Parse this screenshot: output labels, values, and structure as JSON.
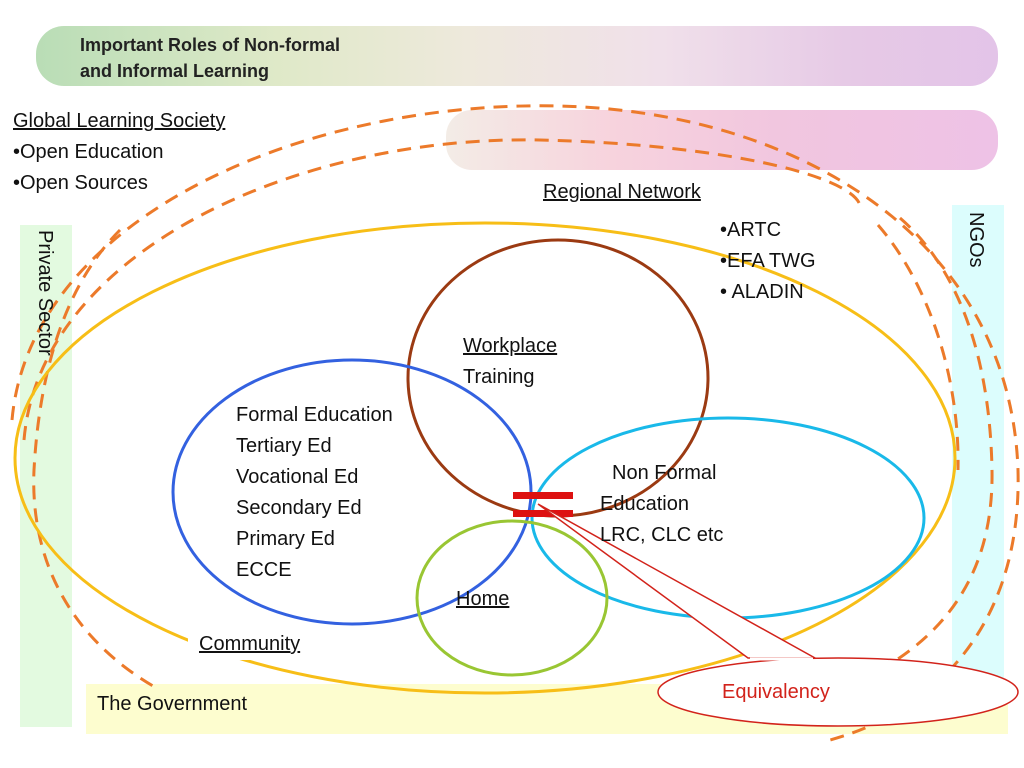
{
  "title": {
    "line1": "Important Roles of Non-formal",
    "line2": "and Informal Learning"
  },
  "global": {
    "heading": "Global Learning Society",
    "items": [
      "•Open Education",
      "•Open Sources"
    ]
  },
  "regional": {
    "heading": "Regional Network",
    "items": [
      "•ARTC",
      "•EFA TWG",
      "• ALADIN"
    ]
  },
  "private_sector": "Private Sector",
  "ngos": "NGOs",
  "workplace": {
    "heading": "Workplace",
    "line2": "Training"
  },
  "formal": {
    "lines": [
      "Formal Education",
      "Tertiary Ed",
      "Vocational Ed",
      "Secondary Ed",
      "Primary Ed",
      "ECCE"
    ]
  },
  "nonformal": {
    "lines": [
      "Non Formal",
      "Education",
      "LRC, CLC etc"
    ]
  },
  "home": "Home",
  "community": "Community",
  "government": "The Government",
  "callout": "Equivalency",
  "colors": {
    "dashed_orange": "#ec7a2a",
    "community_yellow": "#f7be17",
    "workplace_brown": "#9b3a12",
    "formal_blue": "#3361e0",
    "nonformal_cyan": "#19b9e9",
    "home_green": "#99c633",
    "equals_red": "#dd1111"
  }
}
